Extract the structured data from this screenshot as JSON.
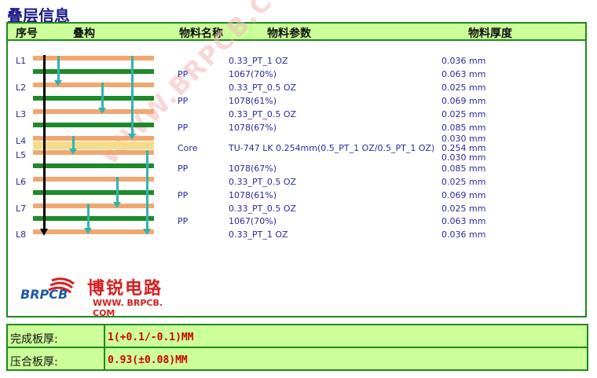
{
  "page_title": "叠层信息",
  "header": {
    "col_index": "序号",
    "col_stack": "叠构",
    "col_material_name": "物料名称",
    "col_material_param": "物料参数",
    "col_thickness": "物料厚度"
  },
  "layers": [
    "L1",
    "L2",
    "L3",
    "L4",
    "L5",
    "L6",
    "L7",
    "L8"
  ],
  "material_names": [
    "PP",
    "PP",
    "PP",
    "Core",
    "PP",
    "PP",
    "PP"
  ],
  "params": [
    "0.33_PT_1 OZ",
    "1067(70%)",
    "0.33_PT_0.5 OZ",
    "1078(61%)",
    "0.33_PT_0.5 OZ",
    "1078(67%)",
    "TU-747 LK 0.254mm(0.5_PT_1 OZ/0.5_PT_1 OZ)",
    "1078(67%)",
    "0.33_PT_0.5 OZ",
    "1078(61%)",
    "0.33_PT_0.5 OZ",
    "1067(70%)",
    "0.33_PT_1 OZ"
  ],
  "thicknesses": [
    "0.036 mm",
    "0.063 mm",
    "0.025 mm",
    "0.069 mm",
    "0.025 mm",
    "0.085 mm",
    "0.030 mm",
    "0.254 mm",
    "0.030 mm",
    "0.085 mm",
    "0.025 mm",
    "0.069 mm",
    "0.025 mm",
    "0.063 mm",
    "0.036 mm"
  ],
  "watermark": "WWW.BRPCB.COM",
  "logo": {
    "brand": "BRPCB",
    "chinese": "博锐电路",
    "url": "WWW. BRPCB. COM"
  },
  "summary": [
    {
      "label": "完成板厚:",
      "value": "1(+0.1/-0.1)MM"
    },
    {
      "label": "压合板厚:",
      "value": "0.93(±0.08)MM"
    }
  ],
  "colors": {
    "header_bg": "#ccff99",
    "border": "#1e8a1e",
    "copper": "#f0a870",
    "prepreg": "#1e8a28",
    "core": "#f5dc8c",
    "via_arrow": "#33b3b0",
    "text_blue": "#2a2aa0",
    "value_red": "#cc0000"
  }
}
